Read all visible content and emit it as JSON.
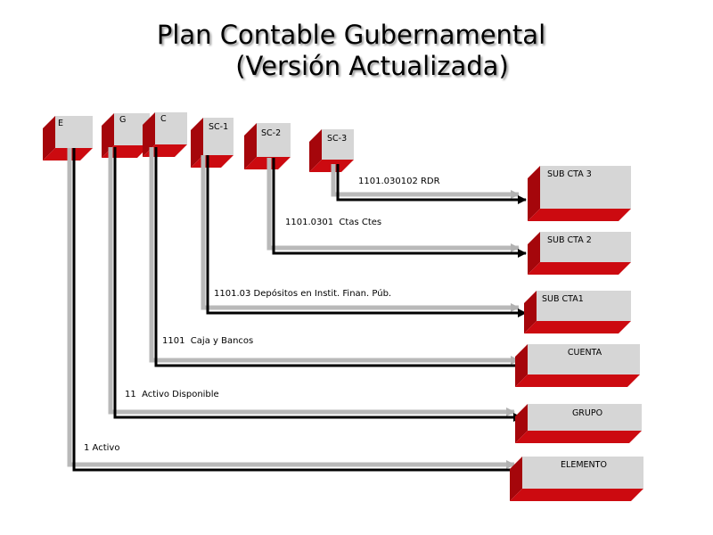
{
  "title": {
    "line1": "Plan Contable Gubernamental",
    "line2": "(Versión Actualizada)"
  },
  "top_boxes": [
    "E",
    "G",
    "C",
    "SC-1",
    "SC-2",
    "SC-3"
  ],
  "right_boxes": [
    "SUB CTA 3",
    "SUB CTA 2",
    "SUB CTA1",
    "CUENTA",
    "GRUPO",
    "ELEMENTO"
  ],
  "lines": [
    "1101.030102 RDR",
    "1101.0301  Ctas Ctes",
    "1101.03 Depósitos en Instit. Finan. Púb.",
    "1101  Caja y Bancos",
    "11  Activo Disponible",
    "1 Activo"
  ],
  "colors": {
    "red_front": "#cc0a10",
    "red_side": "#a5060b",
    "grey_face": "#d6d6d6",
    "grey_shadow": "#b9b9b9"
  }
}
